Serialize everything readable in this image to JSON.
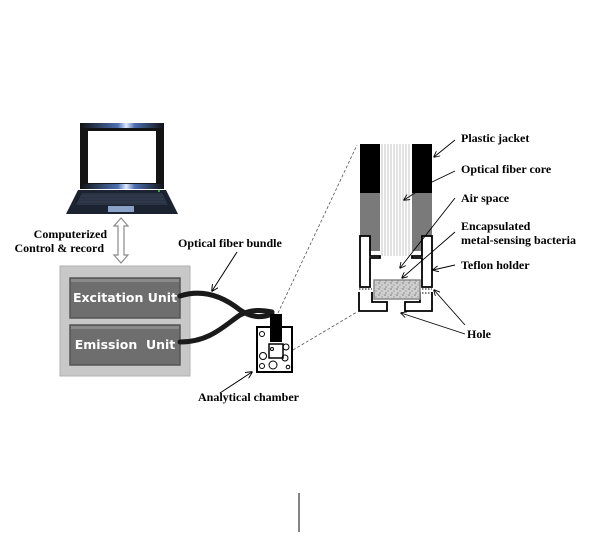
{
  "diagram": {
    "title": "Fiber-optic biosensor setup",
    "computer": {
      "icon": "laptop-icon",
      "link_label_line1": "Computerized",
      "link_label_line2": "Control & record",
      "link_icon": "double-arrow-vertical-icon"
    },
    "instrument": {
      "units": [
        {
          "label": "Excitation Unit"
        },
        {
          "label": "Emission  Unit"
        }
      ]
    },
    "fiber": {
      "label": "Optical fiber bundle"
    },
    "chamber": {
      "label": "Analytical chamber"
    },
    "probe_callouts": [
      {
        "label": "Plastic jacket"
      },
      {
        "label": "Optical fiber core"
      },
      {
        "label": "Air space"
      },
      {
        "label_line1": "Encapsulated",
        "label_line2": "metal-sensing bacteria"
      },
      {
        "label": "Teflon holder"
      },
      {
        "label": "Hole"
      }
    ],
    "colors": {
      "jacket": "#000000",
      "core_gray": "#7a7a7a",
      "unit_fill": "#6f6f6f",
      "panel_fill": "#c4c4c4",
      "bacteria_border": "#8a8a8a"
    }
  }
}
